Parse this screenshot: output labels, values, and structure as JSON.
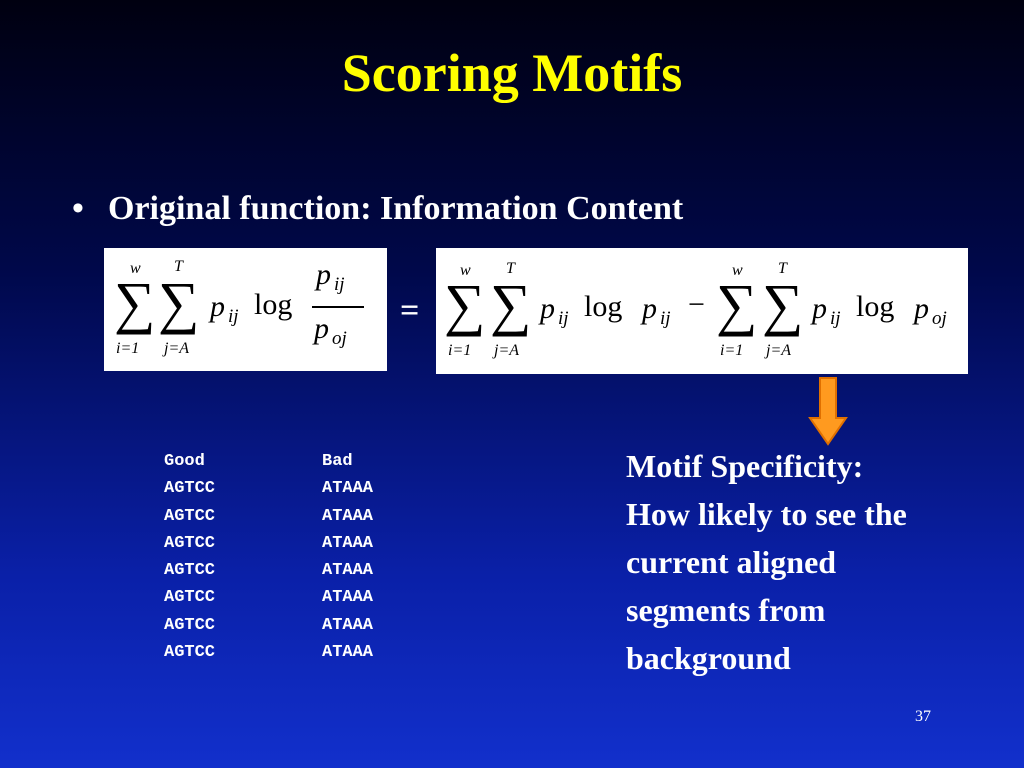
{
  "slide": {
    "title": "Scoring Motifs",
    "bullet_marker": "•",
    "bullet": "Original function: Information Content",
    "equals": "=",
    "page_number": "37"
  },
  "formula": {
    "sum_symbol": "∑",
    "upper_w": "w",
    "upper_T": "T",
    "lower_i": "i=1",
    "lower_j": "j=A",
    "p": "p",
    "ij": "ij",
    "oj": "oj",
    "log": "log",
    "minus": "−"
  },
  "alignment": {
    "headers": [
      "Good",
      "Bad"
    ],
    "rows": [
      [
        "AGTCC",
        "ATAAA"
      ],
      [
        "AGTCC",
        "ATAAA"
      ],
      [
        "AGTCC",
        "ATAAA"
      ],
      [
        "AGTCC",
        "ATAAA"
      ],
      [
        "AGTCC",
        "ATAAA"
      ],
      [
        "AGTCC",
        "ATAAA"
      ],
      [
        "AGTCC",
        "ATAAA"
      ]
    ]
  },
  "note": {
    "lines": [
      "Motif Specificity:",
      "How likely to see the",
      "current aligned",
      "segments from",
      "background"
    ]
  },
  "colors": {
    "title": "#ffff00",
    "text": "#ffffff",
    "arrow_fill": "#ff9a1f",
    "arrow_stroke": "#e07000"
  }
}
